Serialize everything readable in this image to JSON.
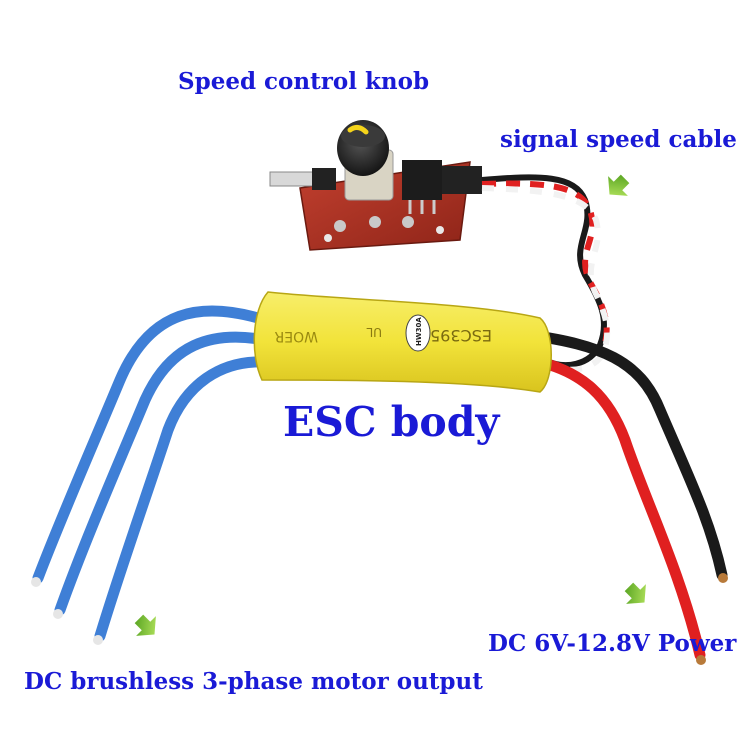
{
  "labels": {
    "knob": "Speed control knob",
    "signal": "signal speed cable",
    "esc": "ESC body",
    "power": "DC 6V-12.8V Power",
    "motor": "DC brushless 3-phase motor output"
  },
  "esc_print": {
    "brand": "WOER",
    "model": "ESC3950",
    "badge": "HW30A",
    "mark": "UL"
  },
  "colors": {
    "label_text": "#1a1ad6",
    "esc_shrink": "#f2e53a",
    "motor_wire": "#3f7fd6",
    "red_wire": "#e02020",
    "black_wire": "#1a1a1a",
    "pcb": "#a52a1e",
    "knob": "#2a2a2a",
    "knob_cap_marker": "#f5d41a",
    "arrow": "#7ec828"
  }
}
